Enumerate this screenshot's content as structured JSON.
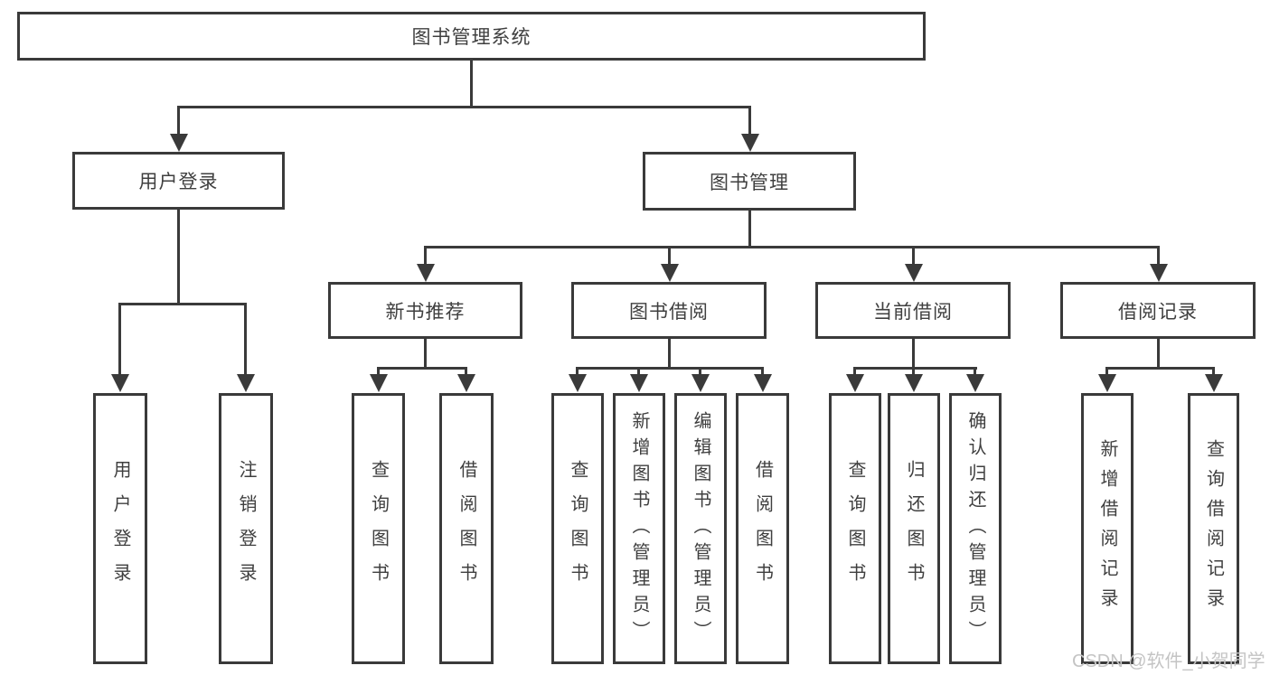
{
  "diagram": {
    "title": "图书管理系统",
    "branches": [
      {
        "label": "用户登录",
        "children": [
          {
            "label": "用户登录"
          },
          {
            "label": "注销登录"
          }
        ]
      },
      {
        "label": "图书管理",
        "sections": [
          {
            "label": "新书推荐",
            "children": [
              {
                "label": "查询图书"
              },
              {
                "label": "借阅图书"
              }
            ]
          },
          {
            "label": "图书借阅",
            "children": [
              {
                "label": "查询图书"
              },
              {
                "label": "新增图书（管理员）"
              },
              {
                "label": "编辑图书（管理员）"
              },
              {
                "label": "借阅图书"
              }
            ]
          },
          {
            "label": "当前借阅",
            "children": [
              {
                "label": "查询图书"
              },
              {
                "label": "归还图书"
              },
              {
                "label": "确认归还（管理员）"
              }
            ]
          },
          {
            "label": "借阅记录",
            "children": [
              {
                "label": "新增借阅记录"
              },
              {
                "label": "查询借阅记录"
              }
            ]
          }
        ]
      }
    ]
  },
  "watermark": "CSDN @软件_小贺同学",
  "colors": {
    "line": "#3a3a3a",
    "text": "#3f3f3f",
    "watermark": "#c4c4c4",
    "background": "#ffffff"
  }
}
